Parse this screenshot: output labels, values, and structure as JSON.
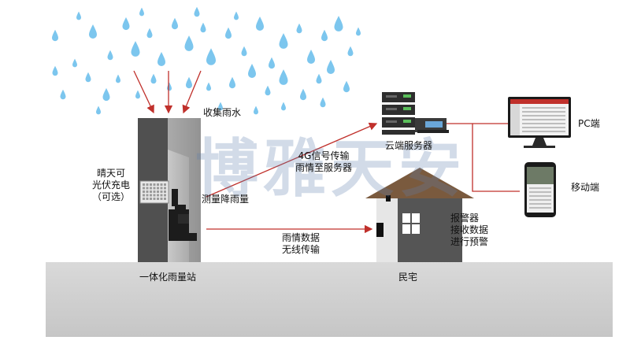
{
  "watermark": "博雅天安",
  "labels": {
    "collect_rain": "收集雨水",
    "solar_line1": "晴天可",
    "solar_line2": "光伏充电",
    "solar_line3": "（可选）",
    "measure_rain": "测量降雨量",
    "station": "一体化雨量站",
    "uplink_line1": "4G信号传输",
    "uplink_line2": "雨情至服务器",
    "server": "云端服务器",
    "wireless_line1": "雨情数据",
    "wireless_line2": "无线传输",
    "alarm_line1": "报警器",
    "alarm_line2": "接收数据",
    "alarm_line3": "进行预警",
    "house": "民宅",
    "pc": "PC端",
    "mobile": "移动端"
  },
  "colors": {
    "raindrop": "#7cc6ee",
    "arrow": "#c0302b",
    "line": "#c0302b",
    "ground": "#cfcfcf",
    "station": "#4a4a4a",
    "roof": "#7a5a3e",
    "house": "#5a5a5a"
  },
  "icons": [
    "raindrop-icon",
    "server-icon",
    "monitor-icon",
    "phone-icon",
    "house-icon",
    "alarm-icon",
    "rain-gauge-icon",
    "solar-panel-icon"
  ]
}
